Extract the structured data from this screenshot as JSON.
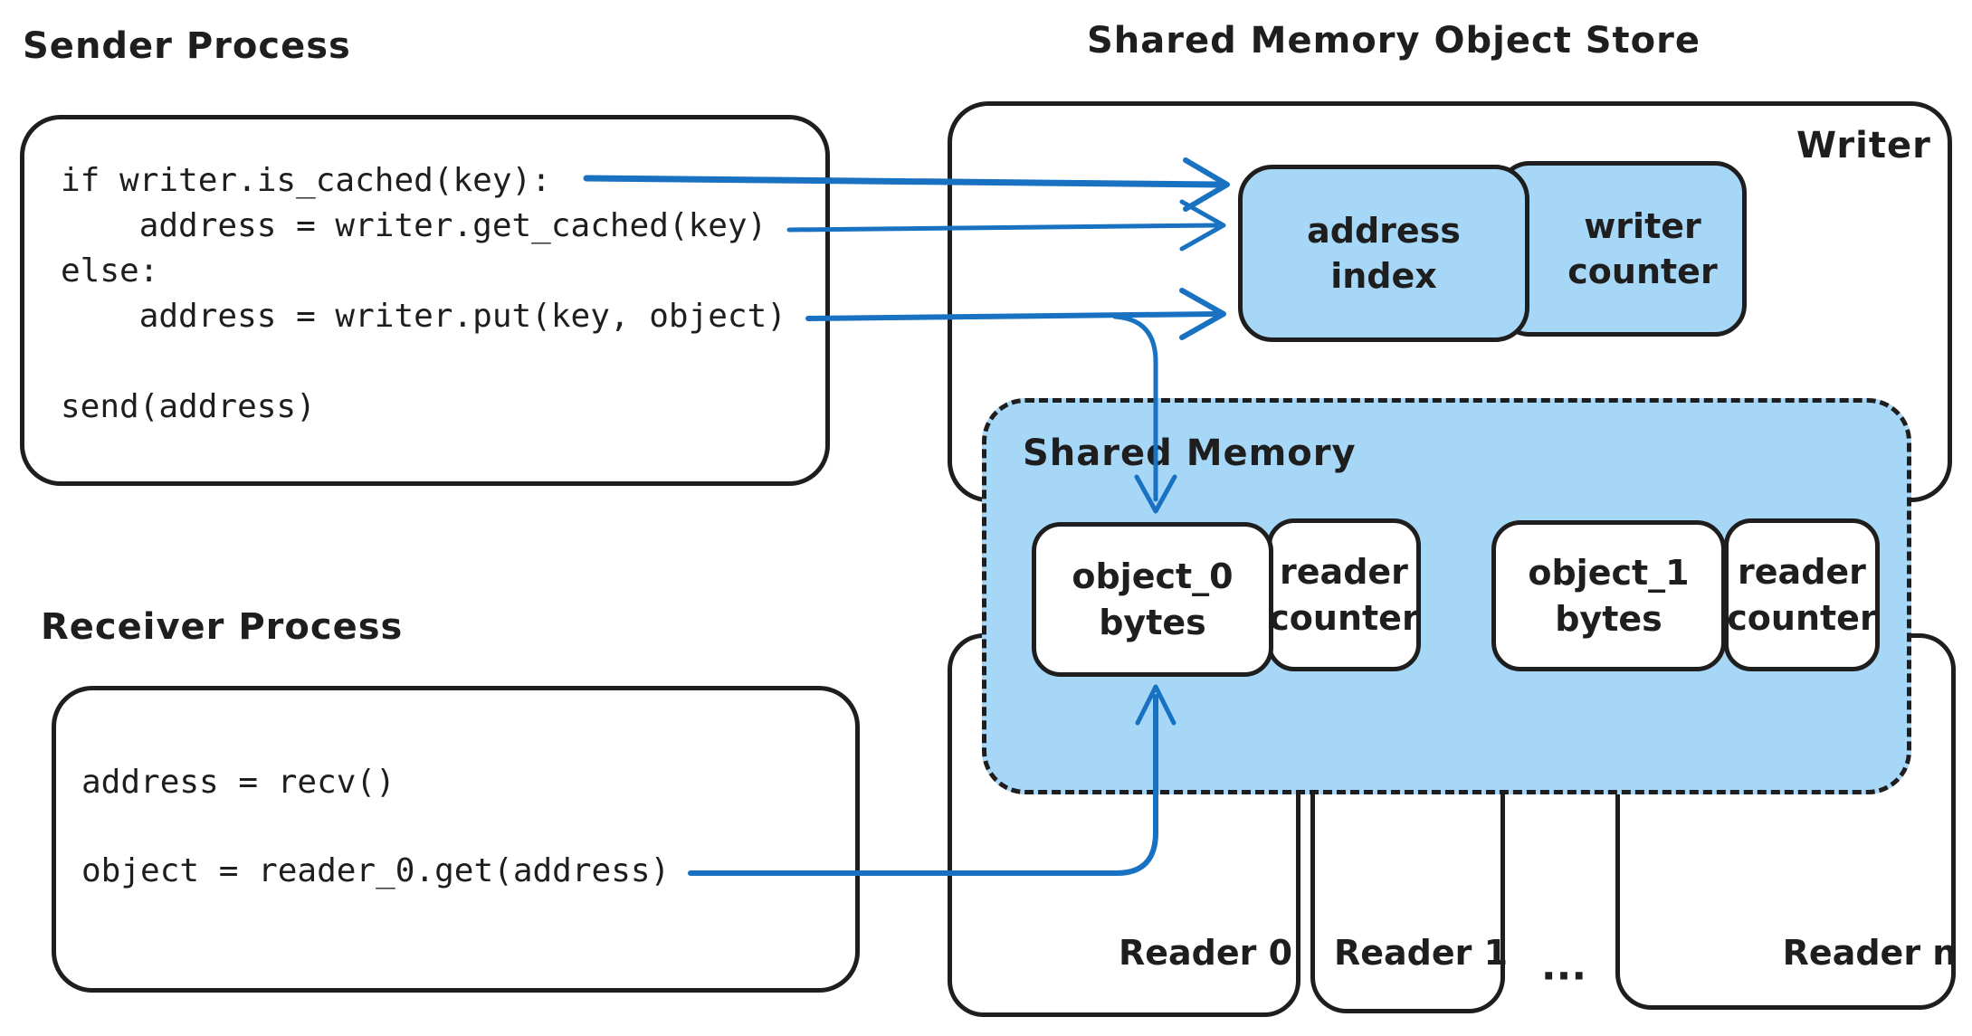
{
  "colors": {
    "stroke": "#1e1e1e",
    "accent_blue": "#1971c2",
    "fill_blue": "#a7d7f7",
    "background": "#ffffff"
  },
  "sender": {
    "title": "Sender Process",
    "code": [
      "if writer.is_cached(key):",
      "    address = writer.get_cached(key)",
      "else:",
      "    address = writer.put(key, object)",
      "",
      "send(address)"
    ]
  },
  "receiver": {
    "title": "Receiver Process",
    "code": [
      "address = recv()",
      "",
      "object = reader_0.get(address)"
    ]
  },
  "store": {
    "title": "Shared Memory Object Store",
    "writer_label": "Writer",
    "address_index_label": "address\nindex",
    "writer_counter_label": "writer\ncounter",
    "shared_memory_label": "Shared Memory",
    "objects": [
      {
        "bytes_label": "object_0\nbytes",
        "counter_label": "reader\ncounter"
      },
      {
        "bytes_label": "object_1\nbytes",
        "counter_label": "reader\ncounter"
      }
    ],
    "readers": {
      "r0": "Reader 0",
      "r1": "Reader 1",
      "ellipsis": "...",
      "rn": "Reader n"
    }
  }
}
